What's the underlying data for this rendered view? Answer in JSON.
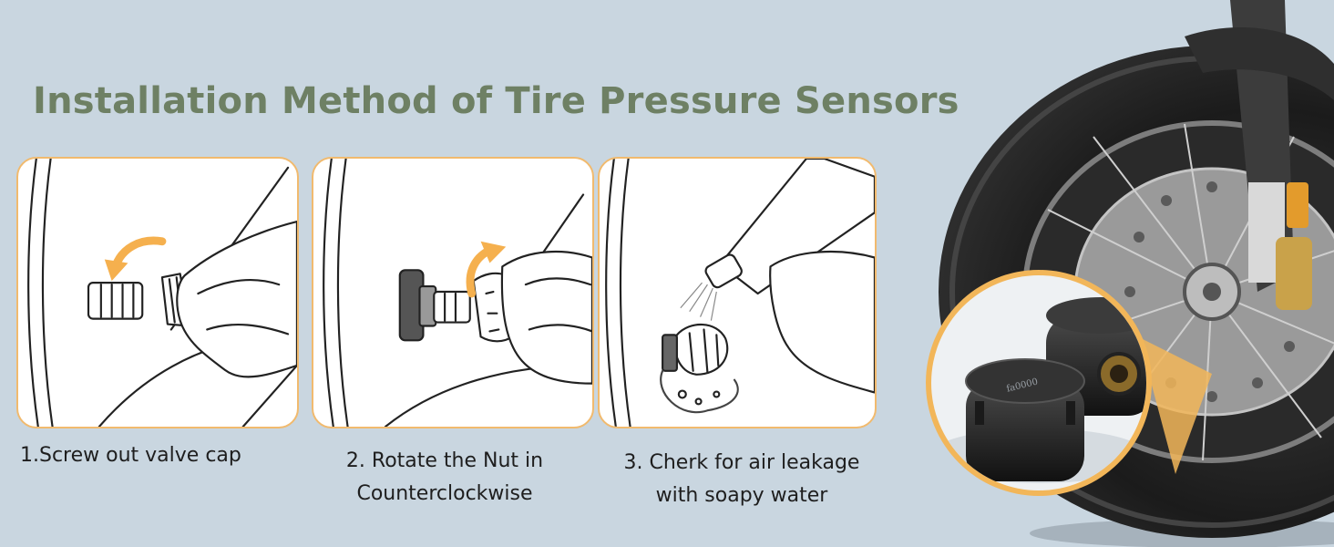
{
  "title": "Installation Method of Tire Pressure Sensors",
  "steps": [
    {
      "line1": "1.Screw out valve cap",
      "line2": ""
    },
    {
      "line1": "2. Rotate the Nut in",
      "line2": "Counterclockwise"
    },
    {
      "line1": "3. Cherk for air leakage",
      "line2": "with soapy water"
    }
  ],
  "sensor": {
    "engraving": "fa0000"
  },
  "colors": {
    "background": "#c9d6e0",
    "title": "#6e8064",
    "panel_border": "#f1ba6e",
    "arrow": "#f5b04e",
    "inset_ring": "#f2b659"
  }
}
